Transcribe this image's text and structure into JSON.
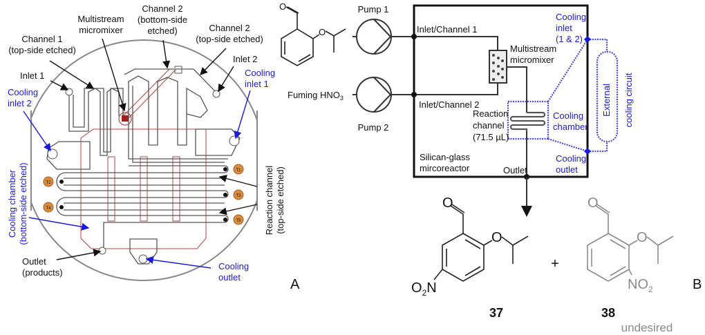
{
  "panel_a": {
    "label": "A",
    "multistream": [
      "Multistream",
      "micromixer"
    ],
    "channel2_bottom": [
      "Channel 2",
      "(bottom-side",
      "etched)"
    ],
    "channel2_top": [
      "Channel 2",
      "(top-side etched)"
    ],
    "channel1": [
      "Channel 1",
      "(top-side etched)"
    ],
    "inlet1": "Inlet 1",
    "inlet2": "Inlet 2",
    "cooling_inlet1": [
      "Cooling",
      "inlet 1"
    ],
    "cooling_inlet2": [
      "Cooling",
      "inlet 2"
    ],
    "cooling_chamber": [
      "Cooling chamber",
      "(bottom-side etched)"
    ],
    "reaction_channel": [
      "Reaction channel",
      "(top-side etched)"
    ],
    "outlet": [
      "Outlet",
      "(products)"
    ],
    "cooling_outlet": [
      "Cooling",
      "outlet"
    ],
    "thermocouples": [
      "T1",
      "T2",
      "T3",
      "T4",
      "T5"
    ]
  },
  "panel_b": {
    "label": "B",
    "pump1": "Pump 1",
    "pump2": "Pump 2",
    "reagent": "Fuming HNO",
    "reagent_sub": "3",
    "inlet_ch1": "Inlet/Channel 1",
    "inlet_ch2": "Inlet/Channel 2",
    "micromixer": [
      "Multistream",
      "micromixer"
    ],
    "reaction_channel": [
      "Reaction",
      "channel",
      "(71.5 µL)"
    ],
    "cooling_chamber": [
      "Cooling",
      "chamber"
    ],
    "cooling_inlet": [
      "Cooling",
      "inlet",
      "(1 & 2)"
    ],
    "cooling_outlet": [
      "Cooling",
      "outlet"
    ],
    "external": [
      "External",
      "cooling circuit"
    ],
    "reactor": [
      "Silican-glass",
      "mircoreactor"
    ],
    "outlet": "Outlet",
    "atom_o": "O",
    "plus": "+",
    "product37": {
      "number": "37",
      "o2n": "O",
      "o2n_sub": "2",
      "o2n_n": "N"
    },
    "product38": {
      "number": "38",
      "no2": "NO",
      "no2_sub": "2",
      "note": "undesired"
    }
  },
  "colors": {
    "annotation": "#1a1adb",
    "thermocouple": "#d98c3c",
    "cooling_chamber_outline": "#b04040",
    "undesired": "#8a8a8a"
  }
}
